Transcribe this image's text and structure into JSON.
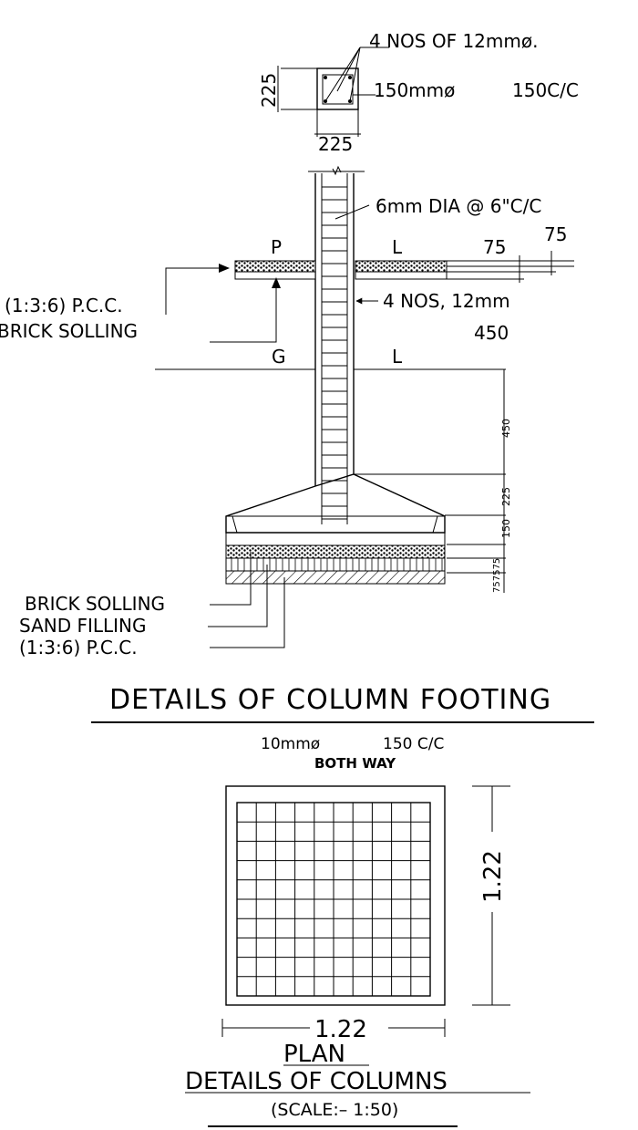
{
  "section": {
    "column_rebar": "4 NOS OF 12mmø.",
    "stirrup": "150mmø",
    "stirrup_spacing": "150C/C",
    "col_size_v": "225",
    "col_size_h": "225",
    "tie_spacing": "6mm DIA @ 6\"C/C",
    "p": "P",
    "l_top": "L",
    "g": "G",
    "l_mid": "L",
    "dim_75a": "75",
    "dim_75b": "75",
    "main_bars": "4 NOS, 12mm",
    "dim_450": "450",
    "left_pcc": "(1:3:6) P.C.C.",
    "left_brick": "BRICK SOLLING",
    "bottom_brick": "BRICK SOLLING",
    "bottom_sand": "SAND FILLING",
    "bottom_pcc": "(1:3:6) P.C.C.",
    "small_450": "450",
    "small_225": "225",
    "small_150": "150",
    "small_75": "757575",
    "title": "DETAILS OF COLUMN FOOTING"
  },
  "plan": {
    "rebar": "10mmø",
    "spacing": "150 C/C",
    "both_way": "BOTH WAY",
    "dim_v": "1.22",
    "dim_h": "1.22",
    "label": "PLAN",
    "title": "DETAILS OF COLUMNS",
    "scale": "(SCALE:– 1:50)"
  }
}
